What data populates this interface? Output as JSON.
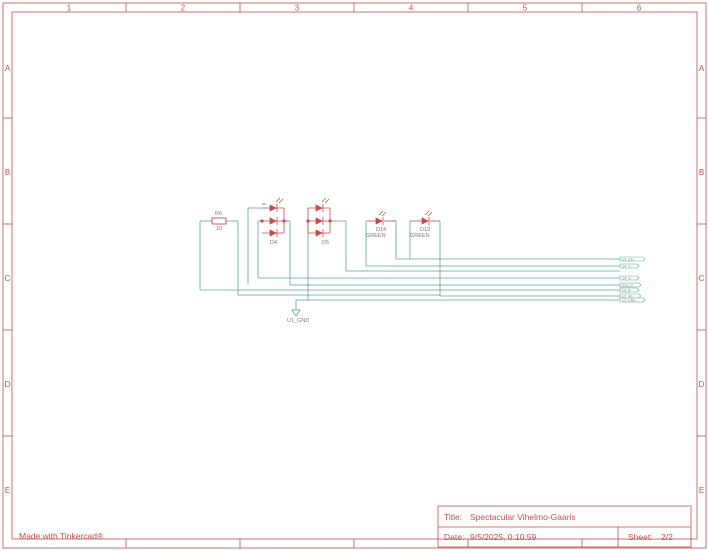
{
  "frame": {
    "columns": [
      "1",
      "2",
      "3",
      "4",
      "5",
      "6"
    ],
    "rows": [
      "A",
      "B",
      "C",
      "D",
      "E"
    ]
  },
  "title_block": {
    "title_label": "Title:",
    "title_value": "Spectacular Vihelmo-Gaaris",
    "date_label": "Date:",
    "date_value": "9/5/2025, 0:10:59",
    "sheet_label": "Sheet:",
    "sheet_value": "2/2",
    "made_with": "Made with Tinkercad®"
  },
  "parts": {
    "resistor": {
      "name": "R6",
      "value": "10"
    },
    "led_d4": {
      "name": "D4"
    },
    "led_d5": {
      "name": "D5"
    },
    "led_d14": {
      "name": "D14",
      "value": "GREEN"
    },
    "led_d13": {
      "name": "D13",
      "value": "GREEN"
    },
    "ground": {
      "name": "U1_GND"
    }
  },
  "net_labels": [
    "U1_D11",
    "D4_G",
    "D4_G",
    "D13_G",
    "D6_B",
    "U1_A0",
    "U1_GND"
  ],
  "colors": {
    "frame": "#c0504d",
    "wire": "#5aa999",
    "component": "#c0504d",
    "text": "#7a7a7a"
  }
}
